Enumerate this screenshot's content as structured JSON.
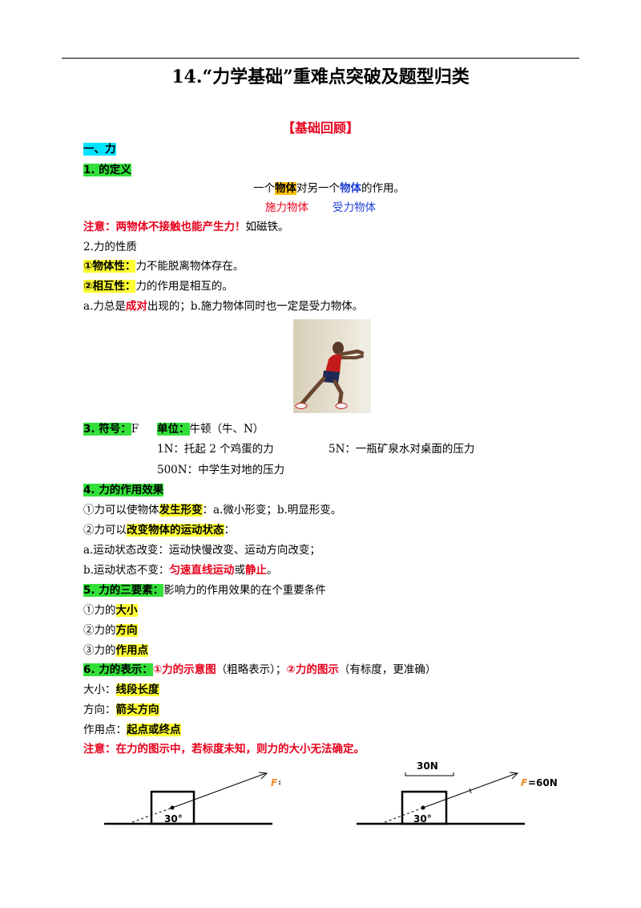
{
  "title": "14.“力学基础”重难点突破及题型归类",
  "section_title": "【基础回顾】",
  "h1": "一、力",
  "def": {
    "heading": "1. 的定义",
    "pre": "一个",
    "obj1": "物体",
    "mid": "对另一个",
    "obj2": "物体",
    "post": "的作用。",
    "label1": "施力物体",
    "label2": "受力物体"
  },
  "note1": {
    "bold": "注意：两物体不接触也能产生力！",
    "rest": "如磁铁。"
  },
  "prop": {
    "heading": "2.力的性质",
    "p1_label": "①物体性：",
    "p1_text": "力不能脱离物体存在。",
    "p2_label": "②相互性：",
    "p2_text": "力的作用是相互的。",
    "a_pre": "a.力总是",
    "a_bold": "成对",
    "a_post": "出现的；b.施力物体同时也一定是受力物体。"
  },
  "symbol": {
    "label": "3. 符号：",
    "value": "F",
    "unit_label": "单位：",
    "unit_value": "牛顿（牛、N）",
    "ex1": "1N：托起 2 个鸡蛋的力",
    "ex2": "5N：一瓶矿泉水对桌面的压力",
    "ex3": "500N：中学生对地的压力"
  },
  "effect": {
    "heading": "4. 力的作用效果",
    "e1_pre": "①力可以使物体",
    "e1_bold": "发生形变",
    "e1_post": "：a.微小形变；b.明显形变。",
    "e2_pre": "②力可以",
    "e2_bold": "改变物体的运动状态",
    "e2_post": "：",
    "e3": "a.运动状态改变：运动快慢改变、运动方向改变；",
    "e4_pre": "b.运动状态不变：",
    "e4_bold1": "匀速直线运动",
    "e4_mid": "或",
    "e4_bold2": "静止",
    "e4_post": "。"
  },
  "three": {
    "heading": "5. 力的三要素：",
    "desc": "影响力的作用效果的在个重要条件",
    "i1_pre": "①力的",
    "i1_bold": "大小",
    "i2_pre": "②力的",
    "i2_bold": "方向",
    "i3_pre": "③力的",
    "i3_bold": "作用点"
  },
  "represent": {
    "heading": "6. 力的表示：",
    "r1": "①力的示意图",
    "r1_note": "（粗略表示）；",
    "r2": "②力的图示",
    "r2_note": "（有标度，更准确）",
    "size_pre": "大小：",
    "size_bold": "线段长度",
    "dir_pre": "方向：",
    "dir_bold": "箭头方向",
    "pt_pre": "作用点：",
    "pt_bold": "起点或终点",
    "note": "注意：在力的图示中，若标度未知，则力的大小无法确定。"
  },
  "diagram": {
    "angle": "30°",
    "force_symbol": "F",
    "force_value": "=60N",
    "scale": "30N"
  },
  "colors": {
    "red": "#e8001c",
    "blue": "#1f3fd6",
    "orange": "#f08a24"
  }
}
